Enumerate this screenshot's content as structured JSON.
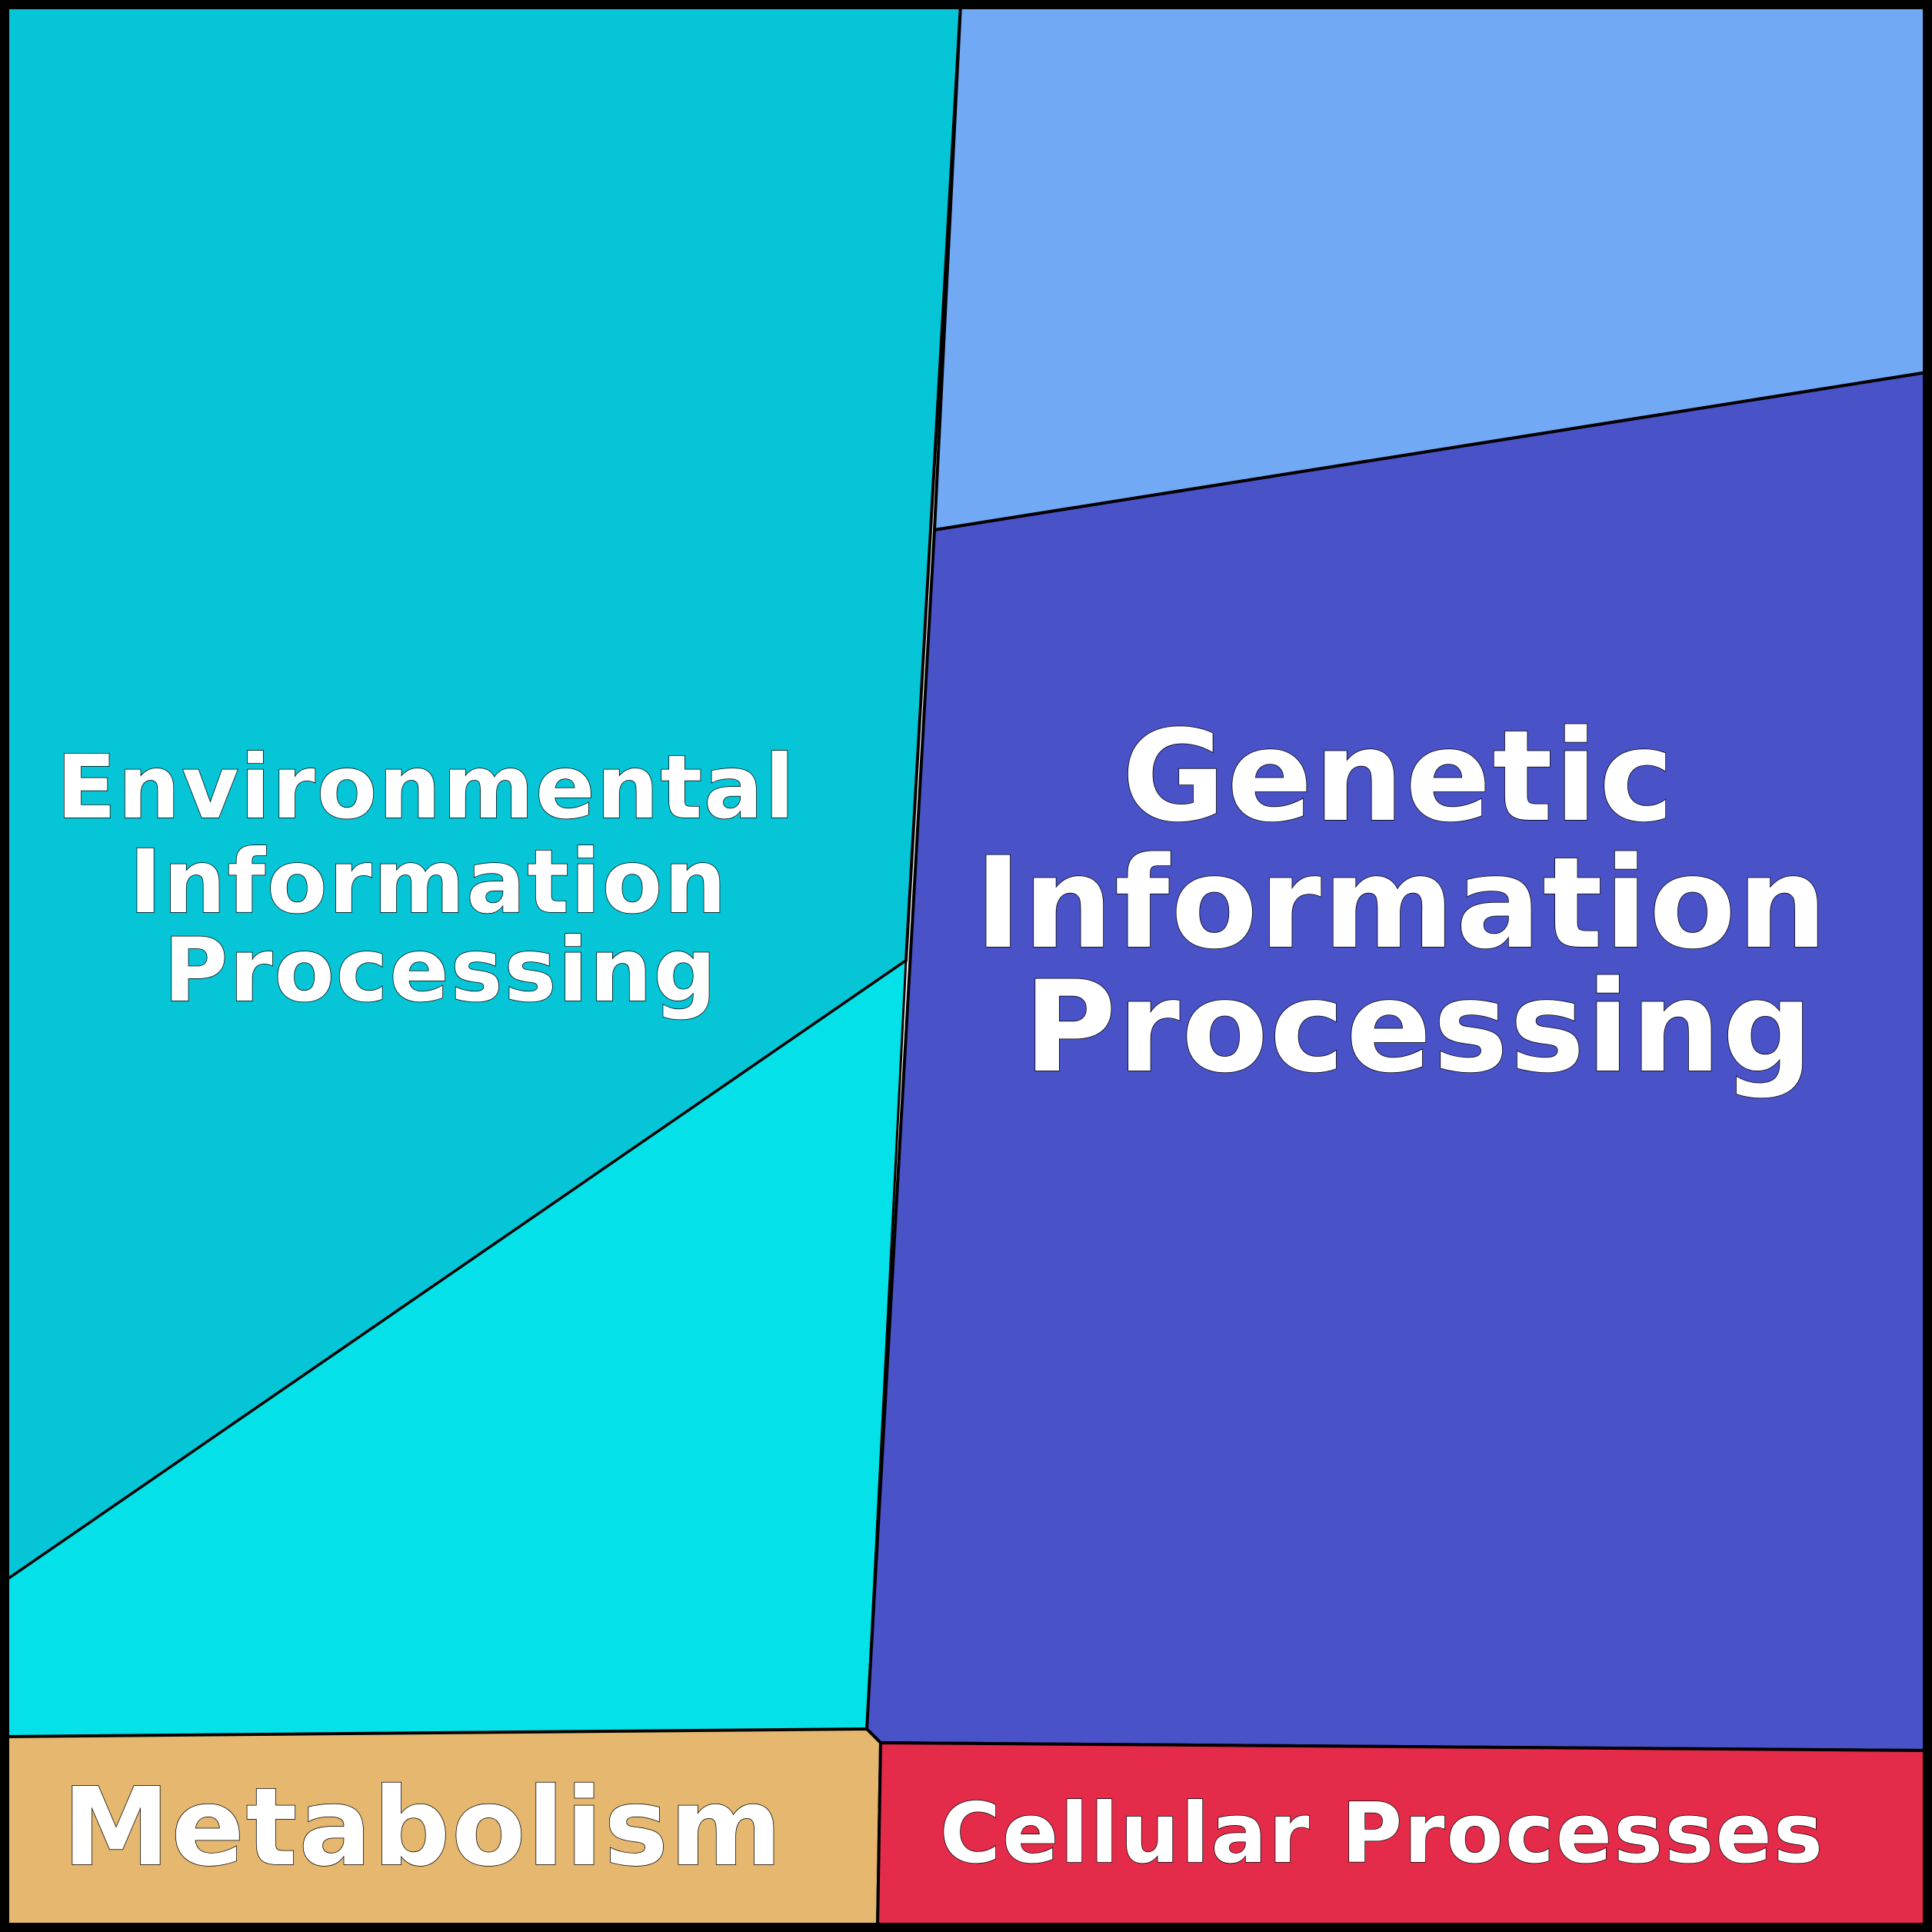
{
  "regions": [
    {
      "id": "environmental",
      "label_lines": [
        "Environmental",
        "Information",
        "Processing"
      ],
      "color": "#05C5D6"
    },
    {
      "id": "environmental-sub",
      "label_lines": [],
      "color": "#05E1E8"
    },
    {
      "id": "genetic-sub",
      "label_lines": [],
      "color": "#72A9F5"
    },
    {
      "id": "genetic",
      "label_lines": [
        "Genetic",
        "Information",
        "Processing"
      ],
      "color": "#4A52C8"
    },
    {
      "id": "metabolism",
      "label_lines": [
        "Metabolism"
      ],
      "color": "#E6B86F"
    },
    {
      "id": "cellular",
      "label_lines": [
        "Cellular Processes"
      ],
      "color": "#E52B4A"
    }
  ]
}
